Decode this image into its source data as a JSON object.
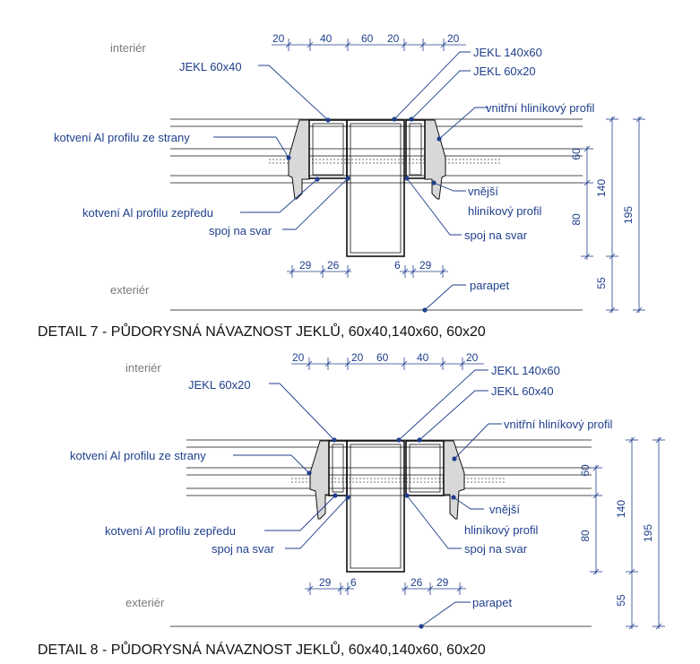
{
  "detail7": {
    "title": "DETAIL 7 - PŮDORYSNÁ NÁVAZNOST JEKLŮ, 60x40,140x60, 60x20",
    "interior": "interiér",
    "exterior": "exteriér",
    "labels": {
      "jekl_left": "JEKL 60x40",
      "jekl_main": "JEKL 140x60",
      "jekl_right": "JEKL 60x20",
      "inner_profile": "vnitřní hliníkový profil",
      "side_anchor": "kotvení Al profilu ze strany",
      "outer_profile_1": "vnější",
      "outer_profile_2": "hliníkový profil",
      "front_anchor": "kotvení Al profilu zepředu",
      "weld_left": "spoj na svar",
      "weld_right": "spoj na svar",
      "parapet": "parapet"
    },
    "top_dims": [
      "20",
      "40",
      "60",
      "20",
      "20"
    ],
    "bottom_dims": [
      "29",
      "26",
      "6",
      "29"
    ],
    "vertical_dims": [
      "60",
      "80",
      "140",
      "55",
      "195"
    ]
  },
  "detail8": {
    "title": "DETAIL 8 - PŮDORYSNÁ NÁVAZNOST JEKLŮ, 60x40,140x60, 60x20",
    "interior": "interiér",
    "exterior": "exteriér",
    "labels": {
      "jekl_left": "JEKL 60x20",
      "jekl_main": "JEKL 140x60",
      "jekl_right": "JEKL 60x40",
      "inner_profile": "vnitřní hliníkový profil",
      "side_anchor": "kotvení Al profilu ze strany",
      "outer_profile_1": "vnější",
      "outer_profile_2": "hliníkový profil",
      "front_anchor": "kotvení Al profilu zepředu",
      "weld_left": "spoj na svar",
      "weld_right": "spoj na svar",
      "parapet": "parapet"
    },
    "top_dims": [
      "20",
      "20",
      "60",
      "40",
      "20"
    ],
    "bottom_dims": [
      "29",
      "6",
      "26",
      "29"
    ],
    "vertical_dims": [
      "60",
      "80",
      "140",
      "55",
      "195"
    ]
  }
}
